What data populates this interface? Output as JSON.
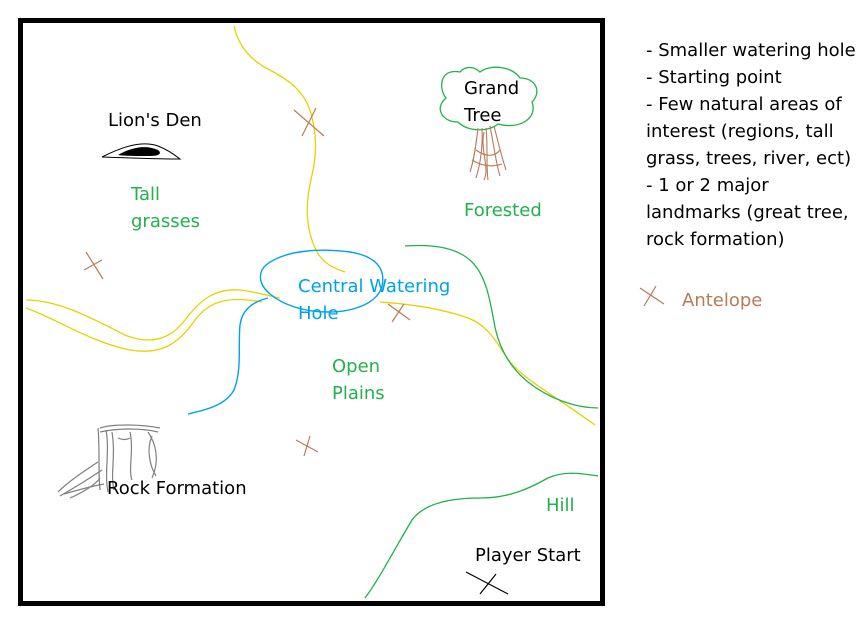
{
  "map": {
    "labels": {
      "lions_den": "Lion's Den",
      "tall_grasses": "Tall\ngrasses",
      "grand_tree": "Grand\nTree",
      "forested": "Forested",
      "central_watering_hole": "Central Watering\nHole",
      "open_plains": "Open\nPlains",
      "rock_formation": "Rock Formation",
      "hill": "Hill",
      "player_start": "Player Start"
    },
    "colors": {
      "frame": "#000000",
      "region_label": "#22b14c",
      "water": "#00a2e8",
      "antelope": "#b97a57",
      "yellow_path": "#e6d200",
      "green_contour": "#22b14c",
      "rock": "#7f7f7f",
      "tree_foliage": "#22b14c",
      "tree_trunk": "#b97a57",
      "text_dark": "#000000"
    }
  },
  "notes": {
    "items": [
      "- Smaller watering hole",
      "- Starting point",
      "- Few natural areas of interest (regions, tall grass, trees, river, ect)",
      "- 1 or 2 major landmarks (great tree, rock formation)"
    ]
  },
  "legend": {
    "antelope_label": "Antelope",
    "antelope_icon": "cross-mark"
  }
}
